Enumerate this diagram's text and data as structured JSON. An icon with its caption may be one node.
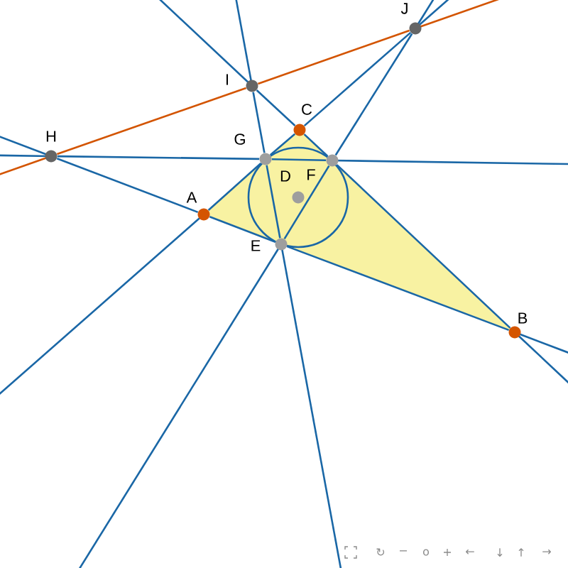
{
  "diagram": {
    "nodes": [
      {
        "text": [
          "A"
        ]
      },
      {
        "text": [
          "B"
        ]
      },
      {
        "text": [
          "C"
        ]
      },
      {
        "text": [
          "D"
        ]
      },
      {
        "text": [
          "E"
        ]
      },
      {
        "text": [
          "F"
        ]
      },
      {
        "text": [
          "G"
        ]
      },
      {
        "text": [
          "H"
        ]
      },
      {
        "text": [
          "I"
        ]
      },
      {
        "text": [
          "J"
        ]
      }
    ],
    "edges": [
      {
        "from": 7,
        "to": 6,
        "arrow": "none"
      },
      {
        "from": 6,
        "to": 5,
        "arrow": "none"
      },
      {
        "from": 7,
        "to": 0,
        "arrow": "none"
      },
      {
        "from": 0,
        "to": 4,
        "arrow": "none"
      },
      {
        "from": 4,
        "to": 1,
        "arrow": "none"
      },
      {
        "from": 7,
        "to": 8,
        "arrow": "none",
        "color": "#d35400"
      },
      {
        "from": 8,
        "to": 9,
        "arrow": "none",
        "color": "#d35400"
      },
      {
        "from": 0,
        "to": 6,
        "arrow": "none"
      },
      {
        "from": 6,
        "to": 2,
        "arrow": "none"
      },
      {
        "from": 2,
        "to": 9,
        "arrow": "none"
      },
      {
        "from": 1,
        "to": 5,
        "arrow": "none"
      },
      {
        "from": 5,
        "to": 2,
        "arrow": "none"
      },
      {
        "from": 2,
        "to": 8,
        "arrow": "none"
      },
      {
        "from": 8,
        "to": 6,
        "arrow": "none"
      },
      {
        "from": 6,
        "to": 4,
        "arrow": "none"
      },
      {
        "from": 9,
        "to": 5,
        "arrow": "none"
      },
      {
        "from": 5,
        "to": 4,
        "arrow": "none"
      }
    ],
    "labels": [
      "↻",
      "−",
      "o",
      "+",
      "←",
      "↓",
      "↑",
      "→"
    ]
  }
}
